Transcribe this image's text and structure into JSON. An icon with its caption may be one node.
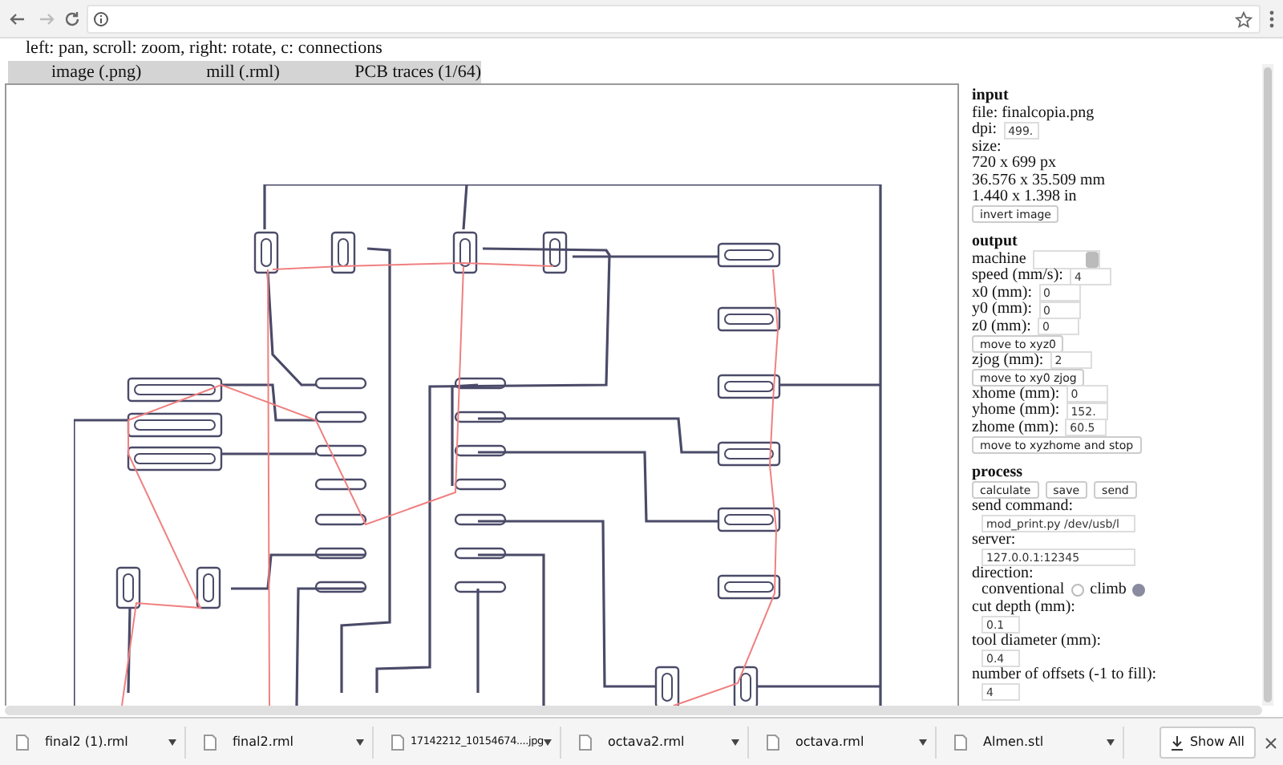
{
  "diagram": {
    "labels": [
      "left: pan, scroll: zoom, right: rotate, c: connections",
      "image (.png)",
      "mill (.rml)",
      "PCB traces (1/64)",
      "input",
      "file: finalcopia.png",
      "dpi:",
      "499.",
      "size:",
      "720 x 699 px",
      "36.576 x 35.509 mm",
      "1.440 x 1.398 in",
      "invert image",
      "output",
      "machine",
      "speed (mm/s):",
      "4",
      "x0 (mm):",
      "0",
      "y0 (mm):",
      "0",
      "z0 (mm):",
      "0",
      "move to xyz0",
      "zjog (mm):",
      "2",
      "move to xy0 zjog",
      "xhome (mm):",
      "0",
      "yhome (mm):",
      "152.",
      "zhome (mm):",
      "60.5",
      "move to xyzhome and stop",
      "process",
      "calculate",
      "save",
      "send",
      "send command:",
      "mod_print.py /dev/usb/l",
      "server:",
      "127.0.0.1:12345",
      "direction:",
      "conventional",
      "climb",
      "cut depth (mm):",
      "0.1",
      "tool diameter (mm):",
      "0.4",
      "number of offsets (-1 to fill):",
      "4",
      "final2 (1).rml",
      "final2.rml",
      "17142212_10154674....jpg",
      "octava2.rml",
      "octava.rml",
      "Almen.stl",
      "Show All"
    ]
  }
}
